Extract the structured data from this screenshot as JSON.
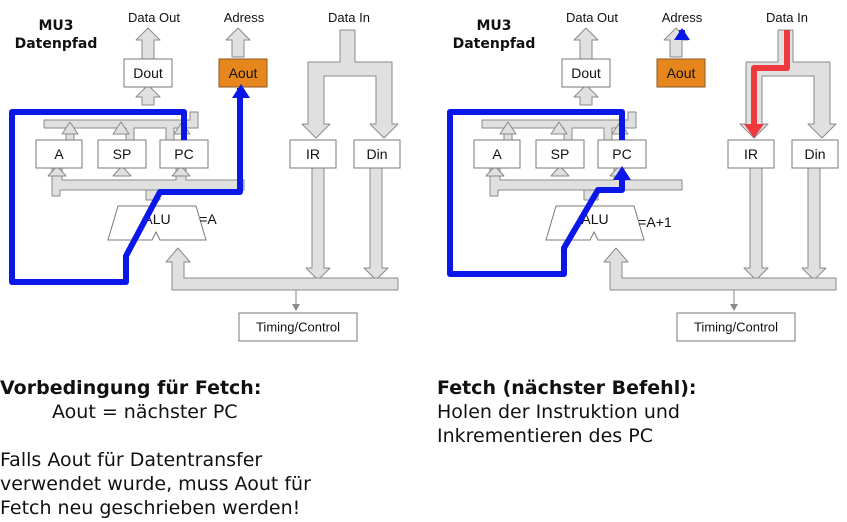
{
  "left_diagram": {
    "title_line1": "MU3",
    "title_line2": "Datenpfad",
    "labels": {
      "data_out": "Data Out",
      "adress": "Adress",
      "data_in": "Data In"
    },
    "boxes": {
      "dout": "Dout",
      "aout": "Aout",
      "a": "A",
      "sp": "SP",
      "pc": "PC",
      "ir": "IR",
      "din": "Din",
      "alu": "ALU",
      "timing": "Timing/Control"
    },
    "alu_op": "=A"
  },
  "right_diagram": {
    "title_line1": "MU3",
    "title_line2": "Datenpfad",
    "labels": {
      "data_out": "Data Out",
      "adress": "Adress",
      "data_in": "Data In"
    },
    "boxes": {
      "dout": "Dout",
      "aout": "Aout",
      "a": "A",
      "sp": "SP",
      "pc": "PC",
      "ir": "IR",
      "din": "Din",
      "alu": "ALU",
      "timing": "Timing/Control"
    },
    "alu_op": "=A+1"
  },
  "colors": {
    "aout_fill": "#e8861e",
    "path_blue": "#0a17e8",
    "path_red": "#f0383f",
    "bus_gray": "#e0e0e0"
  },
  "text_left": {
    "heading": "Vorbedingung für Fetch:",
    "line1": "Aout = nächster PC",
    "line2": "Falls Aout für Datentransfer",
    "line3": "verwendet wurde, muss Aout für",
    "line4": "Fetch neu geschrieben werden!"
  },
  "text_right": {
    "heading": "Fetch (nächster Befehl):",
    "line1": "Holen der Instruktion und",
    "line2": "Inkrementieren des PC"
  }
}
